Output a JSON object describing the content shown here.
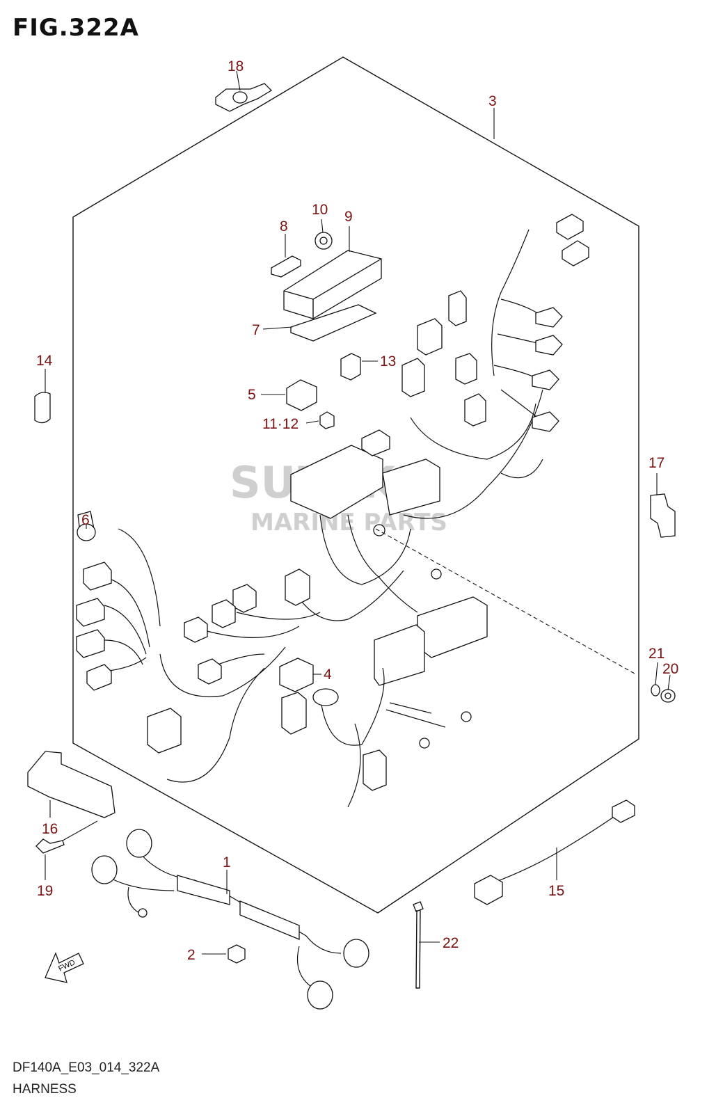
{
  "figure": {
    "title": "FIG.322A",
    "footer_code": "DF140A_E03_014_322A",
    "footer_name": "HARNESS",
    "fwd_label": "FWD"
  },
  "watermark": {
    "line1": "SUZUKI",
    "line2": "MARINE PARTS"
  },
  "callouts": {
    "c1": "1",
    "c2": "2",
    "c3": "3",
    "c4": "4",
    "c5": "5",
    "c6": "6",
    "c7": "7",
    "c8": "8",
    "c9": "9",
    "c10": "10",
    "c11_12": "11·12",
    "c13": "13",
    "c14": "14",
    "c15": "15",
    "c16": "16",
    "c17": "17",
    "c18": "18",
    "c19": "19",
    "c20": "20",
    "c21": "21",
    "c22": "22"
  },
  "colors": {
    "callout": "#7a1212",
    "line": "#111111",
    "watermark": "#cfcfcf"
  }
}
